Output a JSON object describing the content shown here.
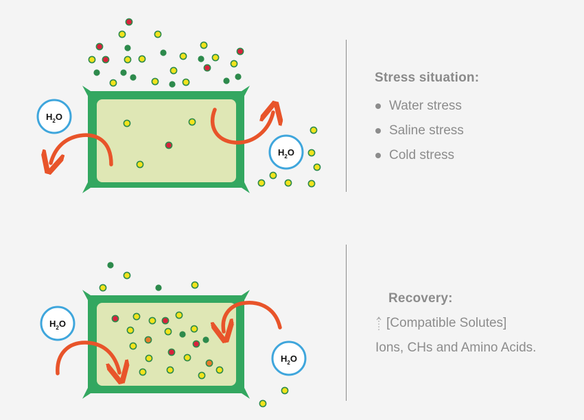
{
  "molecule_label": {
    "main": "H",
    "sub": "2",
    "tail": "O"
  },
  "stress_panel": {
    "heading": "Stress situation:",
    "items": [
      "Water stress",
      "Saline stress",
      "Cold stress"
    ]
  },
  "recovery_panel": {
    "heading": "Recovery:",
    "solutes": "[Compatible Solutes]",
    "detail": "Ions, CHs and Amino Acids."
  },
  "colors": {
    "background": "#f4f4f4",
    "cell_wall": "#33a760",
    "cytoplasm": "#dfe7b5",
    "arrow": "#e8542a",
    "water_circle": "#3fa6dc",
    "dot_yellow": "#f2e31c",
    "dot_red": "#d8223c",
    "dot_green": "#2d8a4c",
    "dot_orange": "#e87a2a",
    "text": "#8c8c8c"
  }
}
